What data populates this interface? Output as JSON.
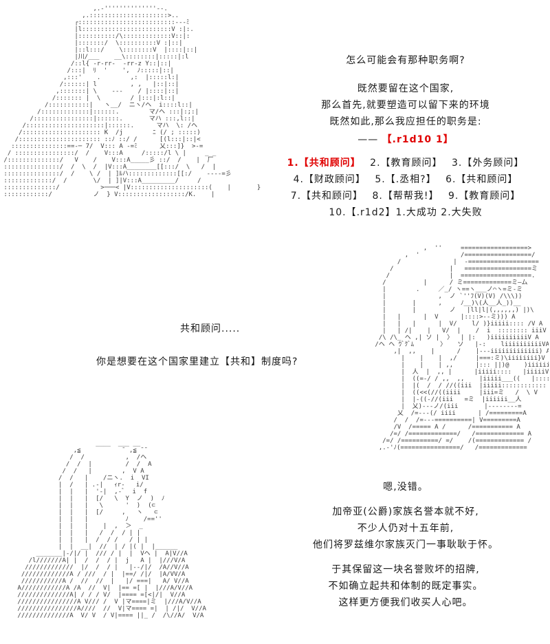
{
  "panel1": {
    "lines": [
      "怎么可能会有那种职务啊?",
      "",
      "既然要留在这个国家,",
      "那么首先,就要塑造可以留下来的环境",
      "既然如此,那么我应担任的职务是:"
    ],
    "roll_prefix": "——",
    "roll_label": "【.r1d10 1】",
    "options": [
      [
        "1.【共和顾问】",
        "2.【教育顾问】",
        "3.【外务顾问】"
      ],
      [
        "4.【财政顾问】",
        "5.【.丞相?】",
        "6.【共和顾问】"
      ],
      [
        "7.【共和顾问】",
        "8.【帮帮我!】",
        "9.【教育顾问】"
      ],
      [
        "10.【.r1d2】1.大成功  2.大失败"
      ]
    ],
    "highlight_option": "1.【共和顾问】"
  },
  "panel2": {
    "line1": "共和顾问.....",
    "line2": "你是想要在这个国家里建立【共和】制度吗?"
  },
  "panel3": {
    "line1": "嗯,没错。",
    "lines_a": [
      "加帝亚(公爵)家族名誉本就不好,",
      "不少人仍对十五年前,",
      "他们将罗兹维尔家族灭门一事耿耿于怀。"
    ],
    "lines_b": [
      "于其保留这一块名誉败坏的招牌,",
      "不如确立起共和体制的既定事实。",
      "这样更方便我们收买人心吧。"
    ]
  },
  "colors": {
    "highlight": "#e00000",
    "text": "#1a1a1a",
    "art": "#3a3a3a"
  }
}
